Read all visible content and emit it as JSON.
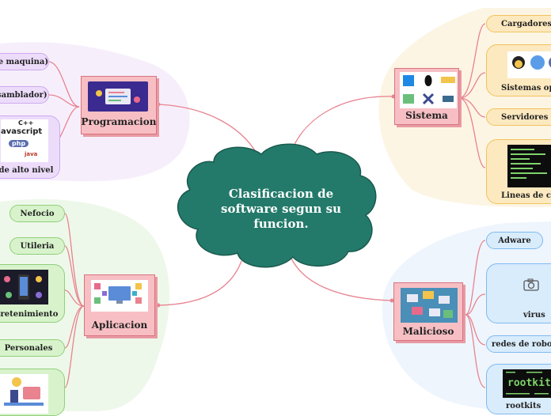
{
  "central": {
    "title": "Clasificacion de software segun su funcion."
  },
  "branches": {
    "programacion": {
      "label": "Programacion",
      "items": [
        "e de maquina)",
        "ensamblador)",
        "e de alto nivel"
      ],
      "logo_texts": [
        "C++",
        "avascript",
        "php",
        "java"
      ]
    },
    "aplicacion": {
      "label": "Aplicacion",
      "items": [
        "Nefocio",
        "Utileria",
        "ntretenimiento",
        "Personales"
      ]
    },
    "sistema": {
      "label": "Sistema",
      "items": [
        "Cargadores de p",
        "Sistemas opera",
        "Servidores de d",
        "Lineas de coma"
      ]
    },
    "malicioso": {
      "label": "Malicioso",
      "items": [
        "Adware",
        "virus",
        "redes de robots",
        "rootkits"
      ],
      "rootkit_text": "rootkit"
    }
  },
  "colors": {
    "cloud": "#237a6a",
    "connector": "#e8838f",
    "main_node": "#f7bfc4"
  }
}
